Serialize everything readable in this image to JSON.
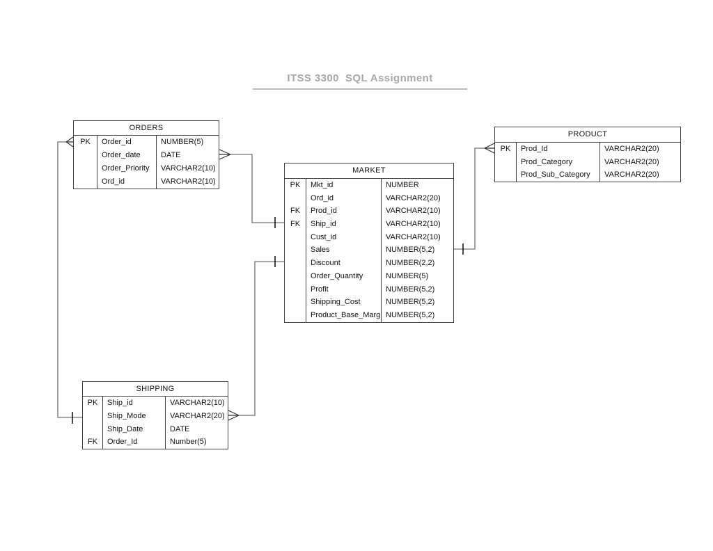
{
  "title": "ITSS 3300  SQL Assignment",
  "colors": {
    "background": "#ffffff",
    "entity_border": "#414141",
    "text": "#111111",
    "relationship_line": "#8a8a8a",
    "relationship_symbol": "#2f2f2f",
    "title_gray": "#a8a8a8"
  },
  "entities": {
    "orders": {
      "name": "ORDERS",
      "rows": [
        {
          "key": "PK",
          "name": "Order_id",
          "type": "NUMBER(5)"
        },
        {
          "key": "",
          "name": "Order_date",
          "type": "DATE"
        },
        {
          "key": "",
          "name": "Order_Priority",
          "type": "VARCHAR2(10)"
        },
        {
          "key": "",
          "name": "Ord_id",
          "type": "VARCHAR2(10)"
        }
      ]
    },
    "market": {
      "name": "MARKET",
      "rows": [
        {
          "key": "PK",
          "name": "Mkt_id",
          "type": "NUMBER"
        },
        {
          "key": "",
          "name": "Ord_id",
          "type": "VARCHAR2(20)"
        },
        {
          "key": "FK",
          "name": "Prod_id",
          "type": "VARCHAR2(10)"
        },
        {
          "key": "FK",
          "name": "Ship_id",
          "type": "VARCHAR2(10)"
        },
        {
          "key": "",
          "name": "Cust_id",
          "type": "VARCHAR2(10)"
        },
        {
          "key": "",
          "name": "Sales",
          "type": "NUMBER(5,2)"
        },
        {
          "key": "",
          "name": "Discount",
          "type": "NUMBER(2,2)"
        },
        {
          "key": "",
          "name": "Order_Quantity",
          "type": "NUMBER(5)"
        },
        {
          "key": "",
          "name": "Profit",
          "type": "NUMBER(5,2)"
        },
        {
          "key": "",
          "name": "Shipping_Cost",
          "type": "NUMBER(5,2)"
        },
        {
          "key": "",
          "name": "Product_Base_Margin",
          "type": "NUMBER(5,2)"
        }
      ]
    },
    "product": {
      "name": "PRODUCT",
      "rows": [
        {
          "key": "PK",
          "name": "Prod_Id",
          "type": "VARCHAR2(20)"
        },
        {
          "key": "",
          "name": "Prod_Category",
          "type": "VARCHAR2(20)"
        },
        {
          "key": "",
          "name": "Prod_Sub_Category",
          "type": "VARCHAR2(20)"
        }
      ]
    },
    "shipping": {
      "name": "SHIPPING",
      "rows": [
        {
          "key": "PK",
          "name": "Ship_id",
          "type": "VARCHAR2(10)"
        },
        {
          "key": "",
          "name": "Ship_Mode",
          "type": "VARCHAR2(20)"
        },
        {
          "key": "",
          "name": "Ship_Date",
          "type": "DATE"
        },
        {
          "key": "FK",
          "name": "Order_Id",
          "type": "Number(5)"
        }
      ]
    }
  },
  "relationships": [
    {
      "from": "ORDERS",
      "to": "SHIPPING",
      "from_end": "many (crow's foot)",
      "to_end": "one (tick)"
    },
    {
      "from": "ORDERS",
      "to": "MARKET",
      "from_end": "many (crow's foot)",
      "to_end": "one (tick)"
    },
    {
      "from": "SHIPPING",
      "to": "MARKET",
      "from_end": "many (crow's foot)",
      "to_end": "one (tick)"
    },
    {
      "from": "PRODUCT",
      "to": "MARKET",
      "from_end": "many (crow's foot)",
      "to_end": "one (tick)"
    }
  ]
}
